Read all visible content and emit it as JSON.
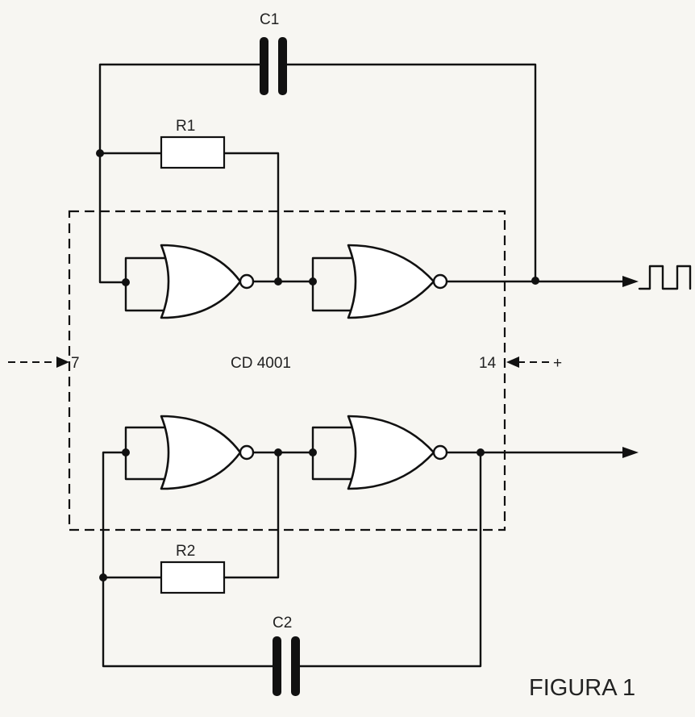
{
  "labels": {
    "c1": "C1",
    "r1": "R1",
    "r2": "R2",
    "c2": "C2",
    "ic": "CD 4001",
    "pin_gnd": "7",
    "pin_vcc": "14",
    "plus": "+",
    "figure": "FIGURA 1"
  },
  "icons": {
    "square_wave": "square-wave-icon"
  }
}
